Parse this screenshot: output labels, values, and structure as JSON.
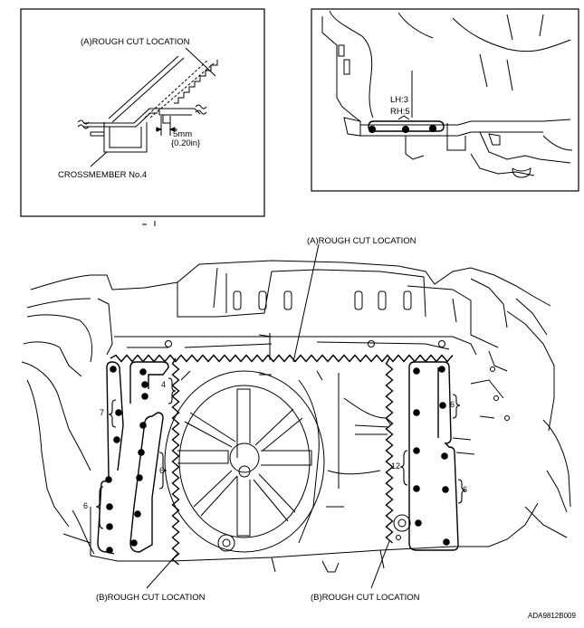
{
  "detail_left": {
    "rough_cut_label": "(A)ROUGH CUT LOCATION",
    "dimension_mm": "5mm",
    "dimension_in": "{0.20in}",
    "crossmember_label": "CROSSMEMBER No.4"
  },
  "detail_right": {
    "lh_count": "LH:3",
    "rh_count": "RH:5"
  },
  "main": {
    "top_label": "(A)ROUGH CUT LOCATION",
    "bottom_left_label": "(B)ROUGH CUT LOCATION",
    "bottom_right_label": "(B)ROUGH CUT LOCATION",
    "counts": {
      "c4": "4",
      "c7": "7",
      "c6_mid": "6",
      "c6_low": "6",
      "c12": "12",
      "c6_right_top": "6",
      "c6_right_low": "6"
    }
  },
  "figure_code": "ADA9812B009"
}
